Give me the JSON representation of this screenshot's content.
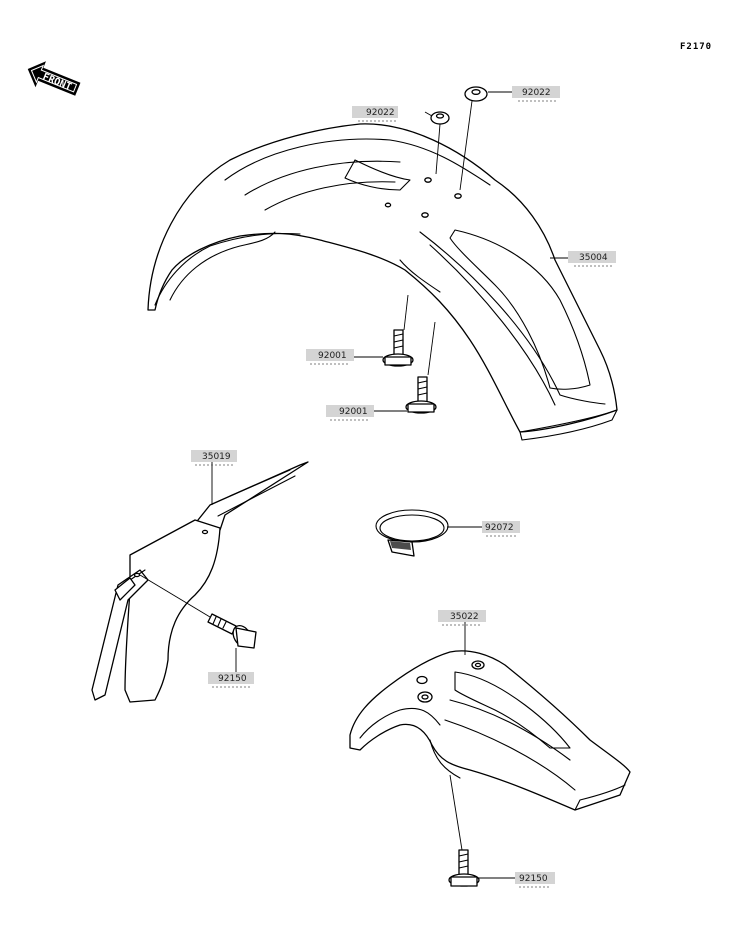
{
  "figure_code": "F2170",
  "front_label": "FRONT",
  "parts": {
    "washer_a": "92022",
    "washer_b": "92022",
    "front_fender": "35004",
    "bolt_a": "92001",
    "bolt_b": "92001",
    "bracket": "35019",
    "clamp": "92072",
    "bolt_c": "92150",
    "rear_fender": "35022",
    "bolt_d": "92150"
  }
}
